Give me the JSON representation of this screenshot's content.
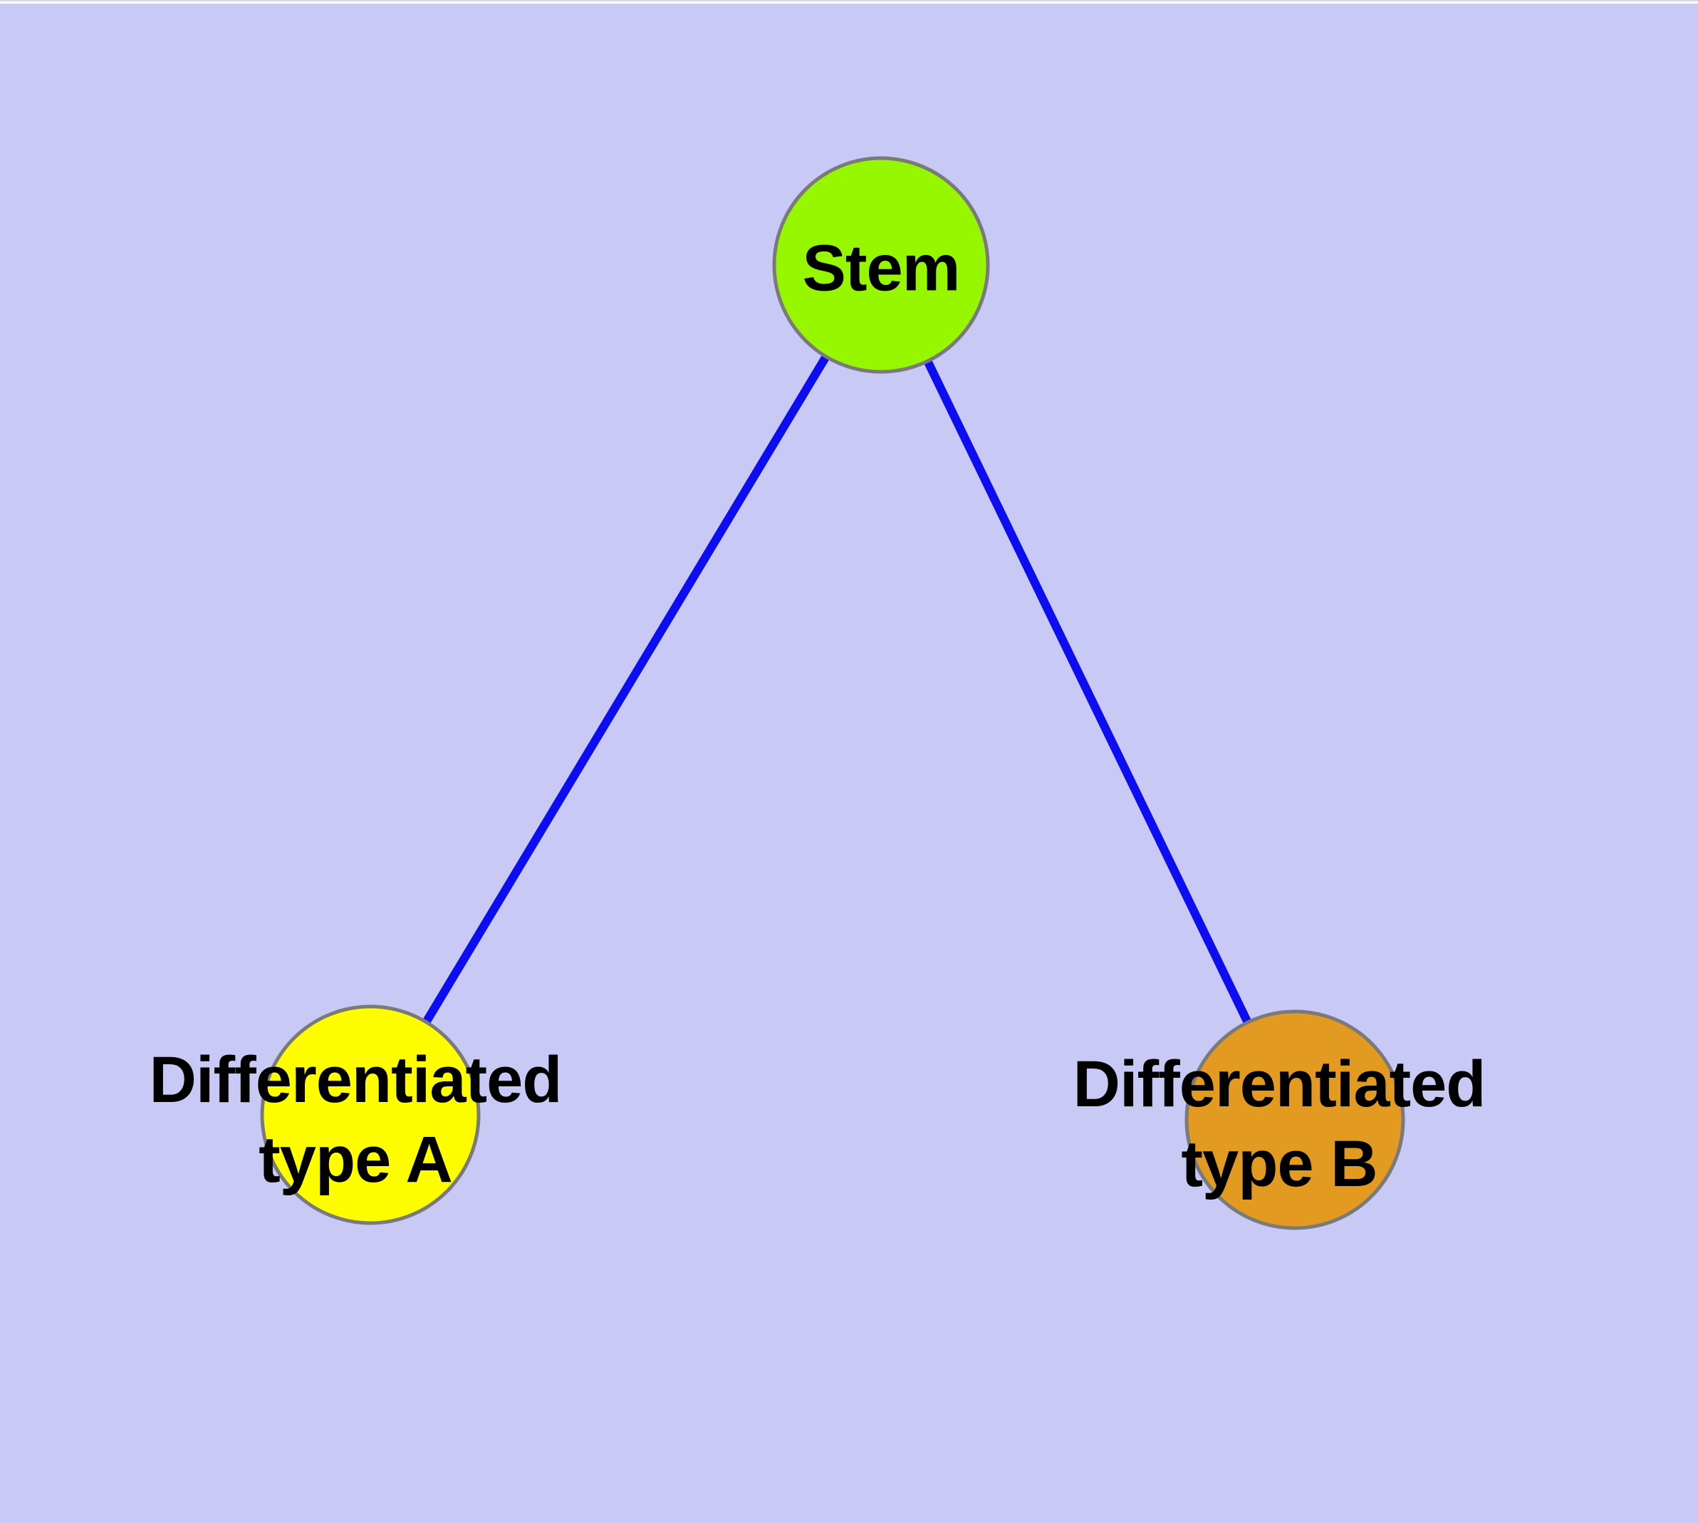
{
  "diagram": {
    "type": "node-link-graph",
    "colors": {
      "background": "#c9c9f5",
      "edge": "#0d0df2",
      "node_border": "#7a7a7a"
    },
    "nodes": [
      {
        "id": "stem",
        "label": "Stem",
        "fill": "#96f700"
      },
      {
        "id": "type-a",
        "label": "Differentiated type A",
        "label_line1": "Differentiated",
        "label_line2": "type A",
        "fill": "#fdfd00"
      },
      {
        "id": "type-b",
        "label": "Differentiated type B",
        "label_line1": "Differentiated",
        "label_line2": "type B",
        "fill": "#e39a20"
      }
    ],
    "edges": [
      {
        "from": "Stem",
        "to": "Differentiated type A"
      },
      {
        "from": "Stem",
        "to": "Differentiated type B"
      }
    ]
  }
}
